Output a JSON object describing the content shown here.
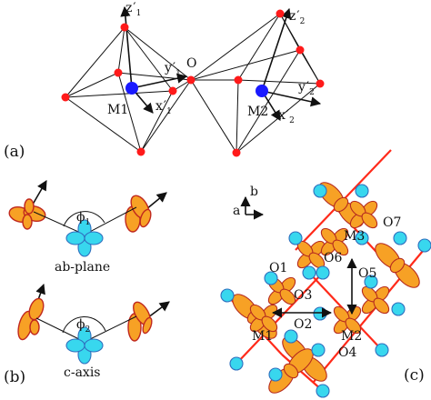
{
  "panel_a": {
    "panel_label": "(a)",
    "labels": {
      "z1": "z",
      "z1_sub": "1",
      "y1": "y",
      "y1_sub": "1",
      "x1": "x",
      "x1_sub": "1",
      "m1": "M1",
      "o": "O",
      "z2": "z",
      "z2_sub": "2",
      "y2": "y",
      "y2_sub": "2",
      "x2": "x",
      "x2_sub": "2",
      "m2": "M2"
    },
    "colors": {
      "oxygen": "#ff1a1a",
      "metal": "#1a1aff"
    }
  },
  "panel_b": {
    "panel_label": "(b)",
    "phi1": "ϕ",
    "phi1_sub": "1",
    "phi2": "ϕ",
    "phi2_sub": "2",
    "ab_plane": "ab-plane",
    "c_axis": "c-axis",
    "colors": {
      "lobe": "#f7a125",
      "lobe_edge": "#c0281e",
      "center": "#38d7ee",
      "center_edge": "#2f6fbf"
    }
  },
  "panel_c": {
    "panel_label": "(c)",
    "axis_a": "a",
    "axis_b": "b",
    "labels": {
      "m1": "M1",
      "m2": "M2",
      "m3": "M3",
      "o1": "O1",
      "o2": "O2",
      "o3": "O3",
      "o4": "O4",
      "o5": "O5",
      "o6": "O6",
      "o7": "O7"
    },
    "colors": {
      "oxygen": "#38d7ee",
      "bond": "#ff2a1a",
      "orbital": "#f7a125"
    }
  }
}
